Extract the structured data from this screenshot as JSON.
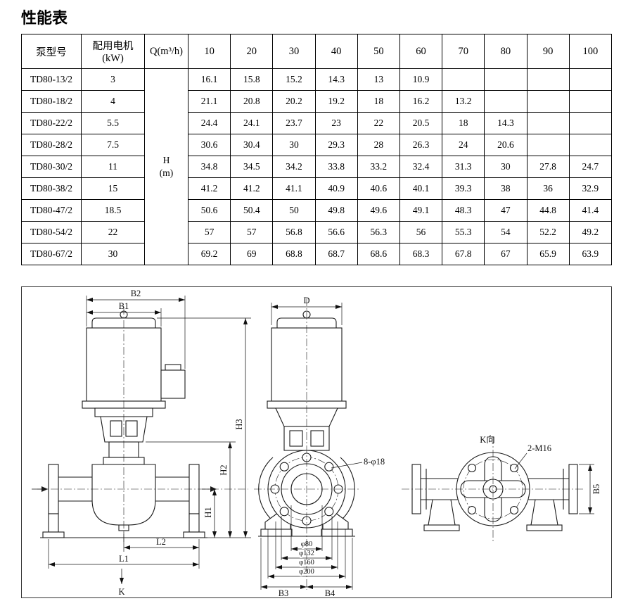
{
  "page": {
    "title": "性能表"
  },
  "table": {
    "header": {
      "col_model": "泵型号",
      "col_motor_line1": "配用电机",
      "col_motor_line2": "(kW)",
      "col_q": "Q(m³/h)",
      "flows": [
        "10",
        "20",
        "30",
        "40",
        "50",
        "60",
        "70",
        "80",
        "90",
        "100"
      ]
    },
    "h_cell": {
      "line1": "H",
      "line2": "(m)"
    },
    "rows": [
      {
        "model": "TD80-13/2",
        "power": "3",
        "values": [
          "16.1",
          "15.8",
          "15.2",
          "14.3",
          "13",
          "10.9",
          "",
          "",
          "",
          ""
        ]
      },
      {
        "model": "TD80-18/2",
        "power": "4",
        "values": [
          "21.1",
          "20.8",
          "20.2",
          "19.2",
          "18",
          "16.2",
          "13.2",
          "",
          "",
          ""
        ]
      },
      {
        "model": "TD80-22/2",
        "power": "5.5",
        "values": [
          "24.4",
          "24.1",
          "23.7",
          "23",
          "22",
          "20.5",
          "18",
          "14.3",
          "",
          ""
        ]
      },
      {
        "model": "TD80-28/2",
        "power": "7.5",
        "values": [
          "30.6",
          "30.4",
          "30",
          "29.3",
          "28",
          "26.3",
          "24",
          "20.6",
          "",
          ""
        ]
      },
      {
        "model": "TD80-30/2",
        "power": "11",
        "values": [
          "34.8",
          "34.5",
          "34.2",
          "33.8",
          "33.2",
          "32.4",
          "31.3",
          "30",
          "27.8",
          "24.7"
        ]
      },
      {
        "model": "TD80-38/2",
        "power": "15",
        "values": [
          "41.2",
          "41.2",
          "41.1",
          "40.9",
          "40.6",
          "40.1",
          "39.3",
          "38",
          "36",
          "32.9"
        ]
      },
      {
        "model": "TD80-47/2",
        "power": "18.5",
        "values": [
          "50.6",
          "50.4",
          "50",
          "49.8",
          "49.6",
          "49.1",
          "48.3",
          "47",
          "44.8",
          "41.4"
        ]
      },
      {
        "model": "TD80-54/2",
        "power": "22",
        "values": [
          "57",
          "57",
          "56.8",
          "56.6",
          "56.3",
          "56",
          "55.3",
          "54",
          "52.2",
          "49.2"
        ]
      },
      {
        "model": "TD80-67/2",
        "power": "30",
        "values": [
          "69.2",
          "69",
          "68.8",
          "68.7",
          "68.6",
          "68.3",
          "67.8",
          "67",
          "65.9",
          "63.9"
        ]
      }
    ]
  },
  "drawing": {
    "side": {
      "b2": "B2",
      "b1": "B1",
      "h3": "H3",
      "h2": "H2",
      "h1": "H1",
      "l2": "L2",
      "l1": "L1",
      "k": "K"
    },
    "front": {
      "d": "D",
      "holes": "8-φ18",
      "d80": "φ80",
      "d132": "φ132",
      "d160": "φ160",
      "d200": "φ200",
      "b3": "B3",
      "b4": "B4"
    },
    "top": {
      "kdir": "K向",
      "m16": "2-M16",
      "b5": "B5"
    }
  }
}
